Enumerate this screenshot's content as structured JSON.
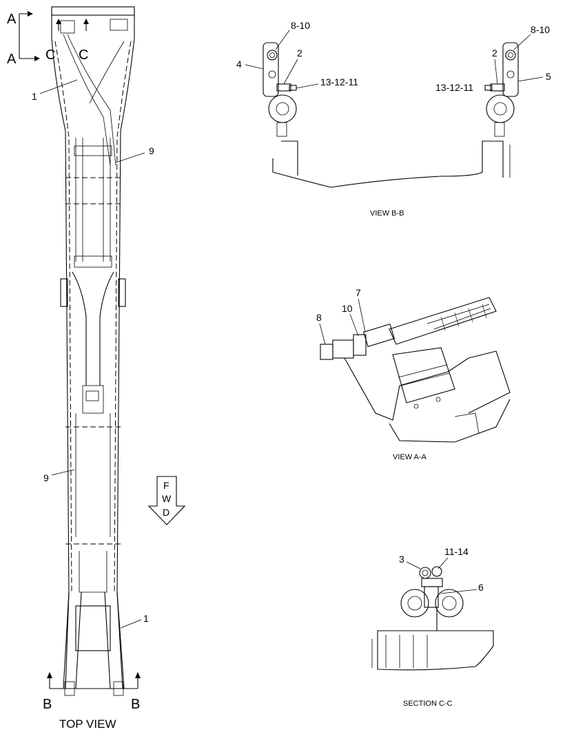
{
  "top_view": {
    "caption": "TOP VIEW",
    "section_a_left": "A",
    "section_a_left2": "A",
    "section_c_left": "C",
    "section_c_right": "C",
    "section_b_left": "B",
    "section_b_right": "B",
    "callout_1_top": "1",
    "callout_9_top": "9",
    "callout_9_bottom": "9",
    "callout_1_bottom": "1"
  },
  "fwd_arrow": {
    "line1": "F",
    "line2": "W",
    "line3": "D"
  },
  "view_bb": {
    "caption": "VIEW B-B",
    "left_8_10": "8-10",
    "left_4": "4",
    "left_2": "2",
    "left_13_12_11": "13-12-11",
    "right_8_10": "8-10",
    "right_2": "2",
    "right_13_12_11": "13-12-11",
    "right_5": "5"
  },
  "view_aa": {
    "caption": "VIEW A-A",
    "label_7": "7",
    "label_10": "10",
    "label_8": "8"
  },
  "section_cc": {
    "caption": "SECTION C-C",
    "label_3": "3",
    "label_11_14": "11-14",
    "label_6": "6"
  }
}
